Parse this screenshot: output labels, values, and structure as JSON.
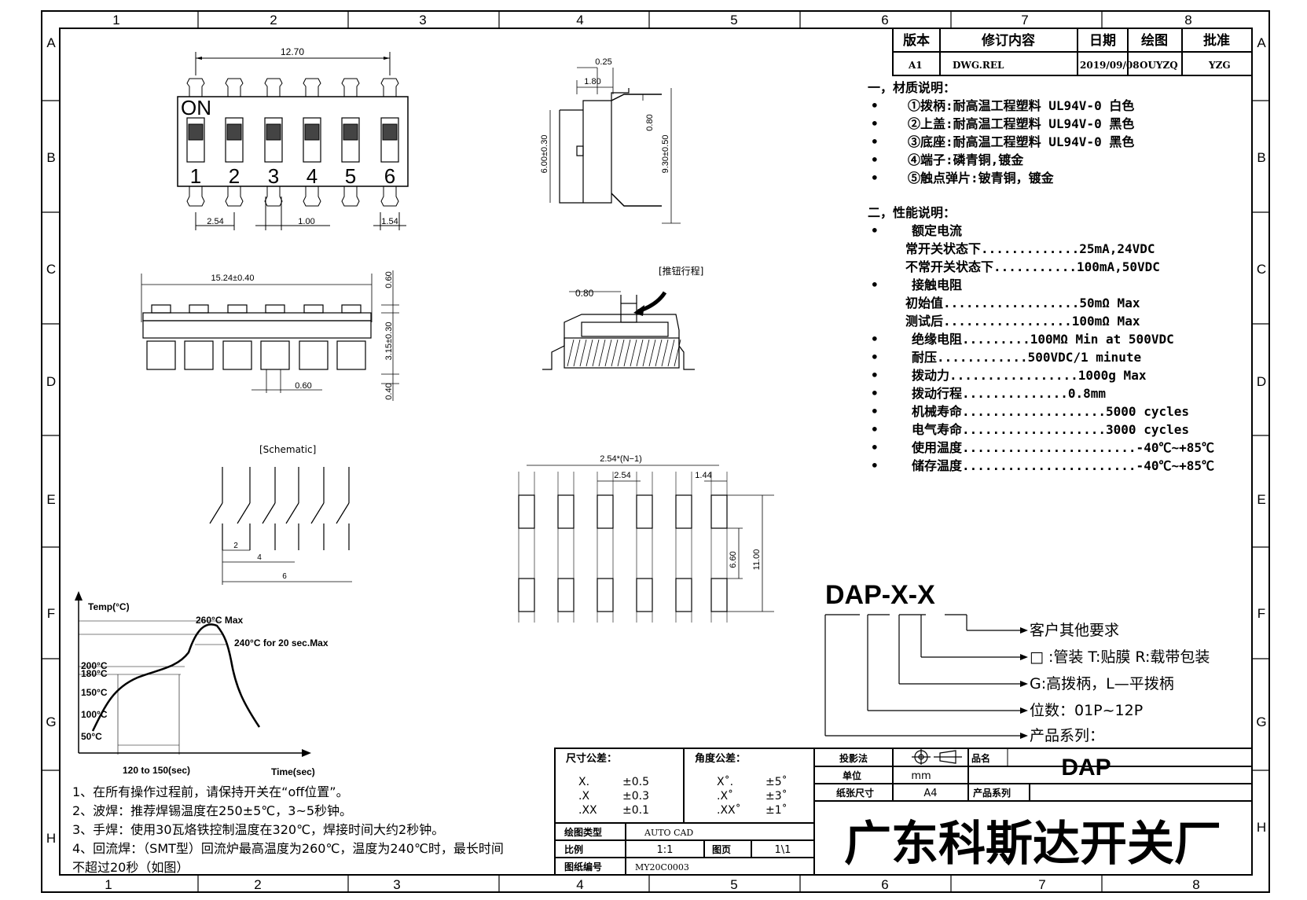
{
  "border": {
    "cols": [
      "1",
      "2",
      "3",
      "4",
      "5",
      "6",
      "7",
      "8"
    ],
    "rows": [
      "A",
      "B",
      "C",
      "D",
      "E",
      "F",
      "G",
      "H"
    ]
  },
  "revision_table": {
    "headers": [
      "版本",
      "修订内容",
      "日期",
      "绘图",
      "批准"
    ],
    "row": [
      "A1",
      "DWG.REL",
      "2019/09/08",
      "OUYZQ",
      "YZG"
    ]
  },
  "materials": {
    "title": "一，材质说明：",
    "items": [
      "①拨柄:耐高温工程塑料 UL94V-0 白色",
      "②上盖:耐高温工程塑料 UL94V-0 黑色",
      "③底座:耐高温工程塑料 UL94V-0 黑色",
      "④端子:磷青铜,镀金",
      "⑤触点弹片:铍青铜，镀金"
    ]
  },
  "performance": {
    "title": "二，性能说明：",
    "rated_current_label": "额定电流",
    "rated_current": [
      "常开关状态下.............25mA,24VDC",
      "不常开关状态下...........100mA,50VDC"
    ],
    "contact_resistance_label": "接触电阻",
    "contact_resistance": [
      "初始值..................50mΩ Max",
      "测试后.................100mΩ Max"
    ],
    "items": [
      "绝缘电阻.........100MΩ Min at 500VDC",
      "耐压............500VDC/1 minute",
      "拨动力.................1000g Max",
      "拨动行程..............0.8mm",
      "机械寿命...................5000 cycles",
      "电气寿命...................3000 cycles",
      "使用温度.......................-40℃~+85℃",
      "储存温度.......................-40℃~+85℃"
    ]
  },
  "top_view": {
    "dim_width": "12.70",
    "on_label": "ON",
    "numbers": [
      "1",
      "2",
      "3",
      "4",
      "5",
      "6"
    ],
    "dim_pitch": "2.54",
    "dim_width2": "1.00",
    "dim_end": "1.54"
  },
  "side_view": {
    "dim_a": "0.25",
    "dim_b": "1.80",
    "dim_c": "6.00±0.30",
    "dim_d": "0.80",
    "dim_e": "9.30±0.50"
  },
  "front_view": {
    "dim_len": "15.24±0.40",
    "dim_h1": "0.60",
    "dim_h2": "3.15±0.30",
    "dim_h3": "0.40",
    "dim_pin": "0.60"
  },
  "section_view": {
    "label": "[推钮行程]",
    "dim": "0.80"
  },
  "schematic": {
    "label": "[Schematic]",
    "dim_a": "2",
    "dim_b": "4",
    "dim_c": "6"
  },
  "pad_layout": {
    "dim_total": "2.54*(N−1)",
    "dim_pitch": "2.54",
    "dim_pad": "1.44",
    "dim_gap": "6.60",
    "dim_total_h": "11.00"
  },
  "reflow_chart": {
    "y_label": "Temp(°C)",
    "x_label": "Time(sec)",
    "peak": "260°C Max",
    "hold": "240°C for 20 sec.Max",
    "ticks": [
      "200°C",
      "180°C",
      "150°C",
      "100°C",
      "50°C"
    ],
    "preheat": "120 to 150(sec)"
  },
  "notes": [
    "1、在所有操作过程前，请保持开关在“off位置”。",
    "2、波焊：推荐焊锡温度在250±5℃，3~5秒钟。",
    "3、手焊：使用30瓦烙铁控制温度在320℃，焊接时间大约2秒钟。",
    "4、回流焊：（SMT型）回流炉最高温度为260℃，温度为240℃时，最长时间",
    "不超过20秒（如图）"
  ],
  "part_number": {
    "code": "DAP-X-X",
    "options": [
      "客户其他要求",
      "□ :管装  T:贴膜   R:载带包装",
      "G:高拨柄，L—平拨柄",
      "位数：01P~12P",
      "产品系列："
    ]
  },
  "title_block": {
    "tol_title": "尺寸公差：",
    "tol_rows": [
      [
        "X.",
        "±0.5"
      ],
      [
        ".X",
        "±0.3"
      ],
      [
        ".XX",
        "±0.1"
      ]
    ],
    "ang_title": "角度公差：",
    "ang_rows": [
      [
        "X˚.",
        "±5˚"
      ],
      [
        ".X˚",
        "±3˚"
      ],
      [
        ".XX˚",
        "±1˚"
      ]
    ],
    "projection_label": "投影法",
    "unit_label": "单位",
    "unit": "mm",
    "paper_label": "纸张尺寸",
    "paper": "A4",
    "name_label": "品名",
    "name": "DAP",
    "series_label": "产品系列",
    "software_label": "绘图类型",
    "software": "AUTO CAD",
    "scale_label": "比例",
    "scale": "1:1",
    "page_label": "图页",
    "page": "1\\1",
    "drawing_no_label": "图纸编号",
    "drawing_no": "MY20C0003",
    "company": "广东科斯达开关厂"
  }
}
